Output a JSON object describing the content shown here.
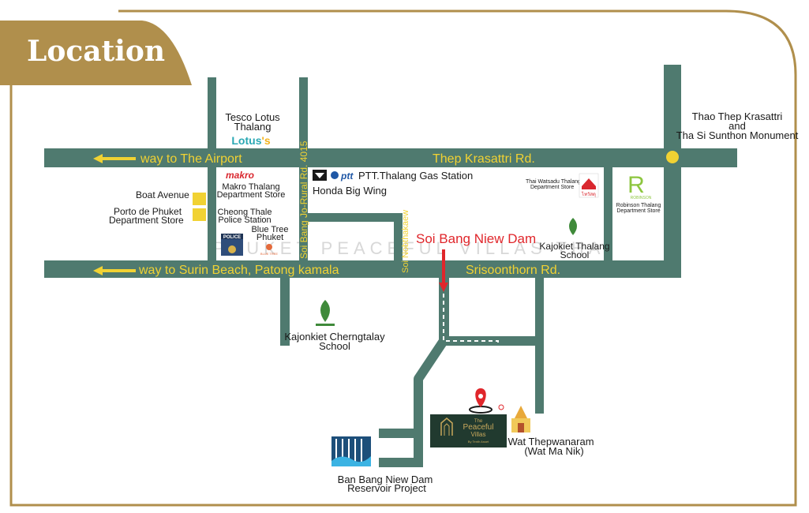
{
  "title": "Location",
  "colors": {
    "road": "#4f7a6f",
    "gold": "#b08f4c",
    "label_dark": "#1a1a1a",
    "road_label": "#f1d233",
    "arrow_yellow": "#f1d233",
    "red_label": "#e0262b",
    "lotus_teal": "#2aa8b4",
    "lotus_yellow": "#f4b21b",
    "brand_green": "#213a2f"
  },
  "roads": {
    "thep_krasattri": "Thep Krasattri Rd.",
    "srisoonthorn": "Srisoonthorn Rd.",
    "soi_bang_jo": "Soi Bang Jo-Rural Rd. 4015",
    "soi_nobthakaew": "Soi Nobthakaew",
    "way_airport": "way to The Airport",
    "way_surin": "way to Surin Beach, Patong kamala"
  },
  "places": {
    "tesco_line1": "Tesco Lotus",
    "tesco_line2": "Thalang",
    "lotus_logo_main": "Lotus",
    "lotus_logo_mark": "'s",
    "makro_logo": "makro",
    "makro_line1": "Makro Thalang",
    "makro_line2": "Department Store",
    "cheong_line1": "Cheong Thale",
    "cheong_line2": "Police Station",
    "police_logo": "POLICE",
    "bluetree_line1": "Blue Tree",
    "bluetree_line2": "Phuket",
    "bluetree_logo": "BLUE TREE",
    "boat_avenue": "Boat Avenue",
    "porto_line1": "Porto de Phuket",
    "porto_line2": "Department Store",
    "ptt_logo": "ptt",
    "ptt_label": "PTT.Thalang Gas Station",
    "honda_label": "Honda Big Wing",
    "thai_watsadu_line1": "Thai Watsadu Thalang",
    "thai_watsadu_line2": "Department Store",
    "thai_watsadu_logo": "ไทวัสดุ",
    "robinson_logo": "ROBINSON",
    "robinson_line1": "Robinson Thalang",
    "robinson_line2": "Department Store",
    "thao_line1": "Thao Thep Krasattri",
    "thao_line2": "and",
    "thao_line3": "Tha Si Sunthon Monument",
    "kajonkiet_thalang_line1": "Kajokiet Thalang",
    "kajonkiet_thalang_line2": "School",
    "kajonkiet_cherng_line1": "Kajonkiet Cherngtalay",
    "kajonkiet_cherng_line2": "School",
    "soi_bang_niew_dam": "Soi Bang Niew Dam",
    "wat_line1": "Wat Thepwanaram",
    "wat_line2": "(Wat Ma Nik)",
    "reservoir_line1": "Ban Bang Niew Dam",
    "reservoir_line2": "Reservoir Project"
  },
  "project": {
    "line1": "The",
    "line2": "Peaceful",
    "line3": "Villas",
    "line4": "By Tenth Asset"
  },
  "watermark": "PHUKET PEACEFUL VILLAS THALANG"
}
